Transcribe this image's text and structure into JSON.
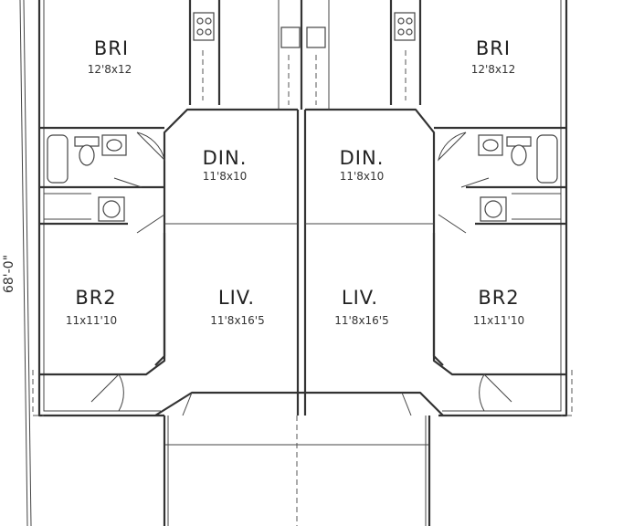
{
  "overall_dimension": "68'-0\"",
  "rooms": [
    {
      "name": "BRI",
      "dims": "12'8x12"
    },
    {
      "name": "DIN.",
      "dims": "11'8x10"
    },
    {
      "name": "DIN.",
      "dims": "11'8x10"
    },
    {
      "name": "BRI",
      "dims": "12'8x12"
    },
    {
      "name": "BR2",
      "dims": "11x11'10"
    },
    {
      "name": "LIV.",
      "dims": "11'8x16'5"
    },
    {
      "name": "LIV.",
      "dims": "11'8x16'5"
    },
    {
      "name": "BR2",
      "dims": "11x11'10"
    }
  ]
}
